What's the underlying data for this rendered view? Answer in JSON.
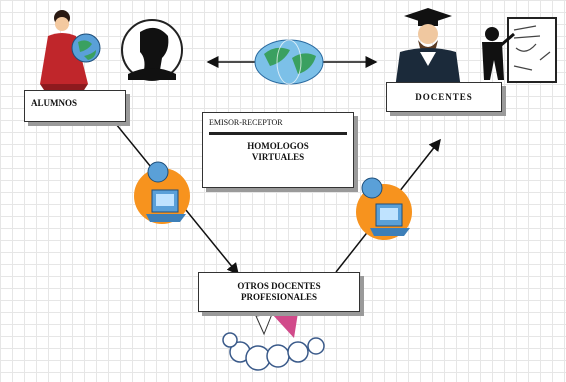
{
  "nodes": {
    "alumnos": "ALUMNOS",
    "docentes": "DOCENTES",
    "emisor_label": "EMISOR-RECEPTOR",
    "homologos_line1": "HOMOLOGOS",
    "homologos_line2": "VIRTUALES",
    "otros_line1": "OTROS DOCENTES",
    "otros_line2": "PROFESIONALES"
  },
  "colors": {
    "orange_circle": "#f7931e",
    "globe_blue": "#5aa0d8",
    "globe_green": "#3aa060",
    "ink": "#111111"
  },
  "icons": [
    "student-girl-globe-icon",
    "silhouette-head-icon",
    "globe-icon",
    "professor-graduate-icon",
    "teacher-at-board-icon",
    "computer-operator-icon",
    "rocket-clouds-icon"
  ]
}
